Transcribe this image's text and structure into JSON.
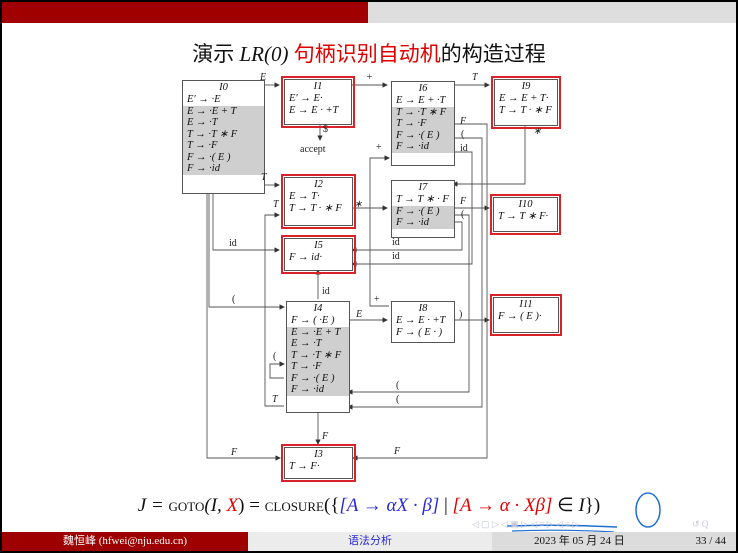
{
  "title": {
    "prefix": "演示 ",
    "lr": "LR(0)",
    "highlight": "句柄识别自动机",
    "suffix": "的构造过程",
    "highlight_color": "#e00000"
  },
  "states": {
    "I0": {
      "label": "I0",
      "items": [
        "E′ → ·E",
        "E → ·E + T",
        "E → ·T",
        "T → ·T ∗ F",
        "T → ·F",
        "F → ·( E )",
        "F → ·id"
      ]
    },
    "I1": {
      "label": "I1",
      "items": [
        "E′ → E·",
        "E → E · +T"
      ]
    },
    "I2": {
      "label": "I2",
      "items": [
        "E → T·",
        "T → T · ∗ F"
      ]
    },
    "I3": {
      "label": "I3",
      "items": [
        "T → F·"
      ]
    },
    "I4": {
      "label": "I4",
      "items": [
        "F → ( ·E )",
        "E → ·E + T",
        "E → ·T",
        "T → ·T ∗ F",
        "T → ·F",
        "F → ·( E )",
        "F → ·id"
      ]
    },
    "I5": {
      "label": "I5",
      "items": [
        "F → id·"
      ]
    },
    "I6": {
      "label": "I6",
      "items": [
        "E → E + ·T",
        "T → ·T ∗ F",
        "T → ·F",
        "F → ·( E )",
        "F → ·id"
      ]
    },
    "I7": {
      "label": "I7",
      "items": [
        "T → T ∗ · F",
        "F → ·( E )",
        "F → ·id"
      ]
    },
    "I8": {
      "label": "I8",
      "items": [
        "E → E · +T",
        "F → ( E · )"
      ]
    },
    "I9": {
      "label": "I9",
      "items": [
        "E → E + T·",
        "T → T · ∗ F"
      ]
    },
    "I10": {
      "label": "I10",
      "items": [
        "T → T ∗ F·"
      ]
    },
    "I11": {
      "label": "I11",
      "items": [
        "F → ( E )·"
      ]
    }
  },
  "edges": {
    "i0_i1": "E",
    "i1_i6": "+",
    "i6_i9": "T",
    "i1_accept_sym": "$",
    "accept": "accept",
    "i9_i7": "∗",
    "i6_i3": "F",
    "i6_i4": "(",
    "i6_i5": "id",
    "i8_i6": "+",
    "i0_i2": "T",
    "i4_i2": "T",
    "i2_i7": "∗",
    "i7_i10": "F",
    "i7_i4": "(",
    "i0_i5": "id",
    "i7_i5": "id",
    "i6_i5b": "id",
    "i4_i5": "id",
    "i0_i4": "(",
    "i4_i8": "E",
    "i8_i11": ")",
    "i4_i4": "(",
    "i7_i4b": "(",
    "i6_i4b": "(",
    "i4_i2b": "T",
    "i4_i3": "F",
    "i0_i3": "F",
    "i6_i3b": "F"
  },
  "formula": {
    "lhs": "J = ",
    "goto": "goto",
    "open": "(I, ",
    "x": "X",
    "close": ") = ",
    "closure": "closure",
    "set_open": "({",
    "item_new": "[A → αX · β]",
    "bar": " | ",
    "item_old": "[A → α · Xβ]",
    "in": " ∈ ",
    "set": "I",
    "set_close": "})",
    "colors": {
      "new": "#2a2ad8",
      "old": "#e00000",
      "x": "#e00000",
      "annotation": "#1f6fd0"
    }
  },
  "footer": {
    "author": "魏恒峰 (hfwei@nju.edu.cn)",
    "section": "语法分析",
    "date": "2023 年 05 月 24 日",
    "page": "33 / 44"
  },
  "colors": {
    "header_red": "#a00000",
    "box_highlight": "#d8232a"
  }
}
